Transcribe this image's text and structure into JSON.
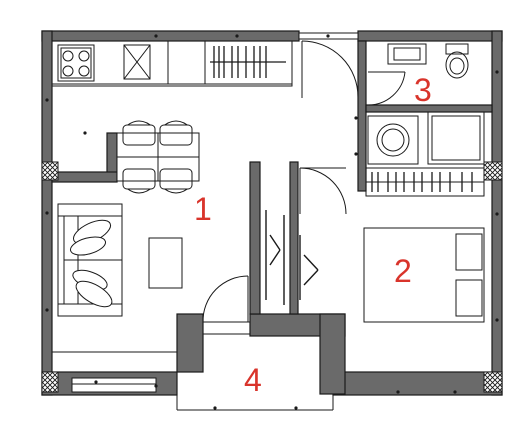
{
  "plan": {
    "label_color": "#d9342b",
    "wall_color": "#6a6a6a",
    "line_color": "#1a1a1a",
    "rooms": [
      {
        "id": "1",
        "label": "1"
      },
      {
        "id": "2",
        "label": "2"
      },
      {
        "id": "3",
        "label": "3"
      },
      {
        "id": "4",
        "label": "4"
      }
    ]
  }
}
